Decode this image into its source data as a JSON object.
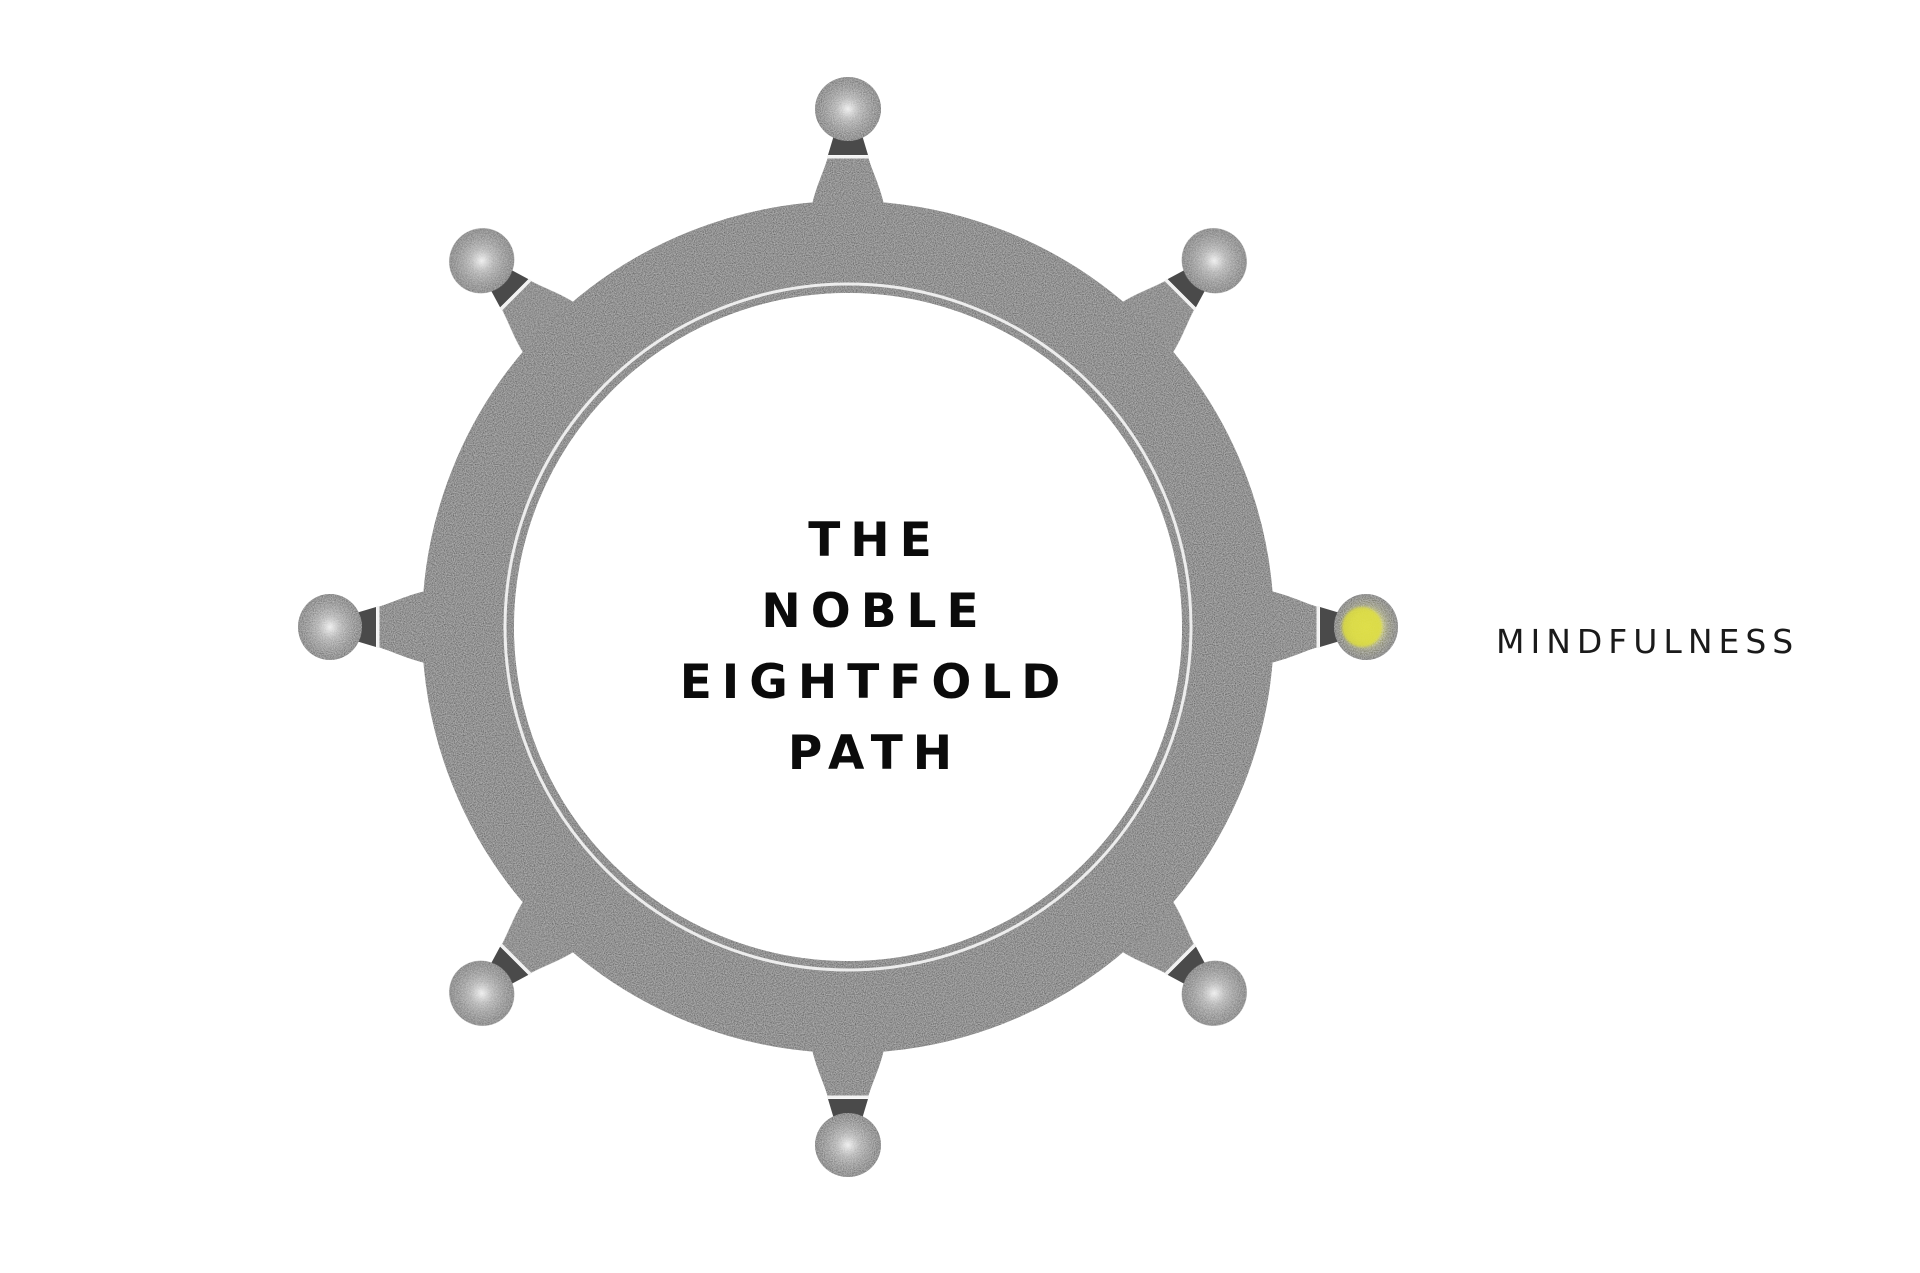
{
  "diagram": {
    "title_lines": [
      "THE",
      "NOBLE",
      "EIGHTFOLD",
      "PATH"
    ],
    "spoke_count": 8,
    "highlighted_spoke": {
      "direction": "east",
      "label": "MINDFULNESS"
    },
    "colors": {
      "ring": "#2e2e2e",
      "spoke": "#303030",
      "knob": "#4a4a4a",
      "knob_highlight": "#dcdc3c",
      "background": "#ffffff",
      "text": "#0b0b0b"
    }
  }
}
